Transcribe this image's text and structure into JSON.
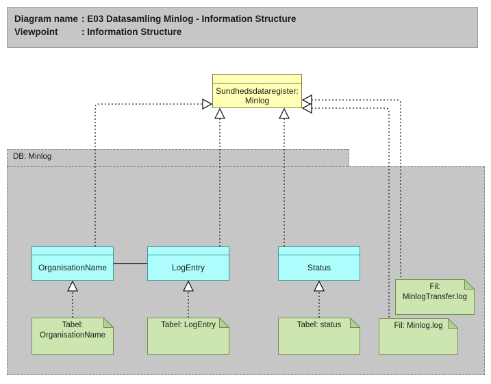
{
  "title_block": {
    "rows": [
      {
        "label": "Diagram name",
        "value": ": E03 Datasamling Minlog - Information Structure"
      },
      {
        "label": "Viewpoint",
        "value": ": Information Structure"
      }
    ]
  },
  "group": {
    "label": "DB: Minlog"
  },
  "nodes": {
    "sundhedsdataregister": {
      "label": "Sundhedsdataregister: Minlog",
      "type": "application-component",
      "color": "#ffffb5"
    },
    "organisationname": {
      "label": "OrganisationName",
      "type": "data-object",
      "color": "#aefdfd"
    },
    "logentry": {
      "label": "LogEntry",
      "type": "data-object",
      "color": "#aefdfd"
    },
    "status": {
      "label": "Status",
      "type": "data-object",
      "color": "#aefdfd"
    },
    "tabel_organisationname": {
      "label": "Tabel: OrganisationName",
      "type": "artifact",
      "color": "#cde6b0"
    },
    "tabel_logentry": {
      "label": "Tabel: LogEntry",
      "type": "artifact",
      "color": "#cde6b0"
    },
    "tabel_status": {
      "label": "Tabel: status",
      "type": "artifact",
      "color": "#cde6b0"
    },
    "fil_minlogtransfer": {
      "label": "Fil: MinlogTransfer.log",
      "type": "artifact",
      "color": "#cde6b0"
    },
    "fil_minlog": {
      "label": "Fil: Minlog.log",
      "type": "artifact",
      "color": "#cde6b0"
    }
  },
  "colors": {
    "background": "#ffffff",
    "title_bar": "#c6c6c6",
    "group_fill": "#c6c6c6",
    "application": "#ffffb5",
    "data_object": "#aefdfd",
    "artifact": "#cde6b0",
    "line": "#1a1a1a"
  },
  "connections": [
    {
      "name": "organisationname-realizes-sundhedsdataregister",
      "style": "dashed",
      "arrow": "hollow-triangle"
    },
    {
      "name": "logentry-realizes-sundhedsdataregister",
      "style": "dashed",
      "arrow": "hollow-triangle"
    },
    {
      "name": "status-realizes-sundhedsdataregister",
      "style": "dashed",
      "arrow": "hollow-triangle"
    },
    {
      "name": "sundhedsdataregister-to-fil-minlogtransfer",
      "style": "dashed",
      "arrow": "hollow-triangle"
    },
    {
      "name": "sundhedsdataregister-to-fil-minlog",
      "style": "dashed",
      "arrow": "hollow-triangle"
    },
    {
      "name": "tabel-organisationname-realizes-organisationname",
      "style": "dashed",
      "arrow": "hollow-triangle"
    },
    {
      "name": "tabel-logentry-realizes-logentry",
      "style": "dashed",
      "arrow": "hollow-triangle"
    },
    {
      "name": "tabel-status-realizes-status",
      "style": "dashed",
      "arrow": "hollow-triangle"
    },
    {
      "name": "organisationname-association-logentry",
      "style": "solid",
      "arrow": "none"
    }
  ]
}
